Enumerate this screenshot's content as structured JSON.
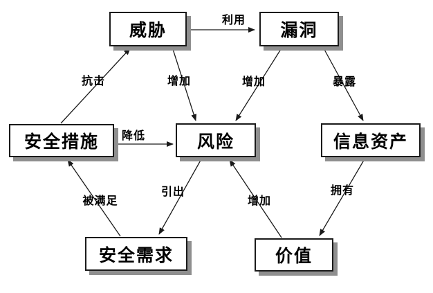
{
  "diagram": {
    "description": "Information security risk relationship diagram",
    "colors": {
      "background": "#ffffff",
      "box_fill": "#ffffff",
      "box_border": "#1a1a1a",
      "box_shadow": "#8f8f8f",
      "arrow": "#1a1a1a",
      "text": "#000000"
    },
    "nodes": [
      {
        "id": "threat",
        "label": "威胁"
      },
      {
        "id": "vulnerability",
        "label": "漏洞"
      },
      {
        "id": "safeguards",
        "label": "安全措施"
      },
      {
        "id": "risk",
        "label": "风险"
      },
      {
        "id": "information-assets",
        "label": "信息资产"
      },
      {
        "id": "security-requirements",
        "label": "安全需求"
      },
      {
        "id": "value",
        "label": "价值"
      }
    ],
    "edges": [
      {
        "label": "利用",
        "from": "威胁",
        "to": "漏洞"
      },
      {
        "label": "抗击",
        "from": "安全措施",
        "to": "威胁"
      },
      {
        "label": "增加",
        "from": "威胁",
        "to": "风险"
      },
      {
        "label": "增加",
        "from": "漏洞",
        "to": "风险"
      },
      {
        "label": "暴露",
        "from": "漏洞",
        "to": "信息资产"
      },
      {
        "label": "降低",
        "from": "安全措施",
        "to": "风险"
      },
      {
        "label": "被满足",
        "from": "安全需求",
        "to": "安全措施"
      },
      {
        "label": "引出",
        "from": "风险",
        "to": "安全需求"
      },
      {
        "label": "增加",
        "from": "价值",
        "to": "风险"
      },
      {
        "label": "拥有",
        "from": "信息资产",
        "to": "价值"
      }
    ]
  }
}
